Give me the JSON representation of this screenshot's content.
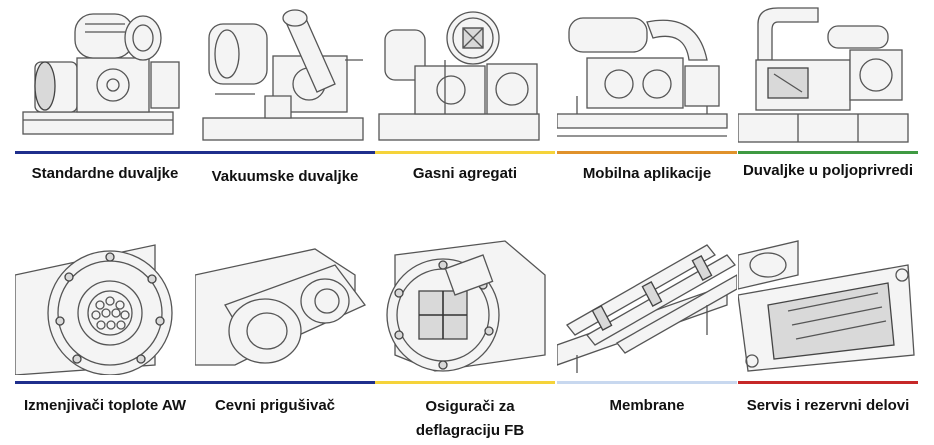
{
  "tiles": [
    {
      "label": "Standardne duvaljke",
      "bar_color": "#1f2f8c",
      "icon": "standard-blower-illustration"
    },
    {
      "label": "Vakuumske duvaljke",
      "bar_color": "#1f2f8c",
      "icon": "vacuum-blower-illustration"
    },
    {
      "label": "Gasni agregati",
      "bar_color": "#f5d33a",
      "icon": "gas-aggregate-illustration"
    },
    {
      "label": "Mobilna aplikacije",
      "bar_color": "#e0922b",
      "icon": "mobile-application-illustration"
    },
    {
      "label": "Duvaljke u poljoprivredi",
      "bar_color": "#3f9a42",
      "icon": "agriculture-blower-illustration"
    },
    {
      "label": "Izmenjivači toplote AW",
      "bar_color": "#1f2f8c",
      "icon": "heat-exchanger-illustration"
    },
    {
      "label": "Cevni prigušivač",
      "bar_color": "#1f2f8c",
      "icon": "pipe-silencer-illustration"
    },
    {
      "label": "Osigurači za deflagraciju FB",
      "bar_color": "#f5d33a",
      "icon": "deflagration-arrester-illustration"
    },
    {
      "label": "Membrane",
      "bar_color": "#c8d8ef",
      "icon": "membrane-illustration"
    },
    {
      "label": "Servis i rezervni delovi",
      "bar_color": "#c62828",
      "icon": "service-parts-illustration"
    }
  ]
}
